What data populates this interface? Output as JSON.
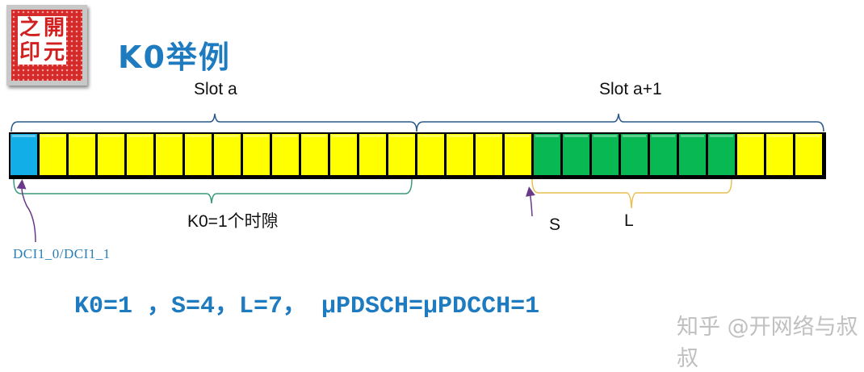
{
  "logo": {
    "chars": [
      "之",
      "開",
      "印",
      "元"
    ]
  },
  "title": "K0举例",
  "slots": [
    {
      "label": "Slot a"
    },
    {
      "label": "Slot a+1"
    }
  ],
  "symbols_per_slot": 14,
  "dci_symbol": {
    "slot": 0,
    "index": 0
  },
  "pdsch": {
    "slot": 1,
    "start": 4,
    "length": 7
  },
  "k0_label": "K0=1个时隙",
  "s_label": "S",
  "l_label": "L",
  "dci_label": "DCI1_0/DCI1_1",
  "formula": "K0=1 ，S=4，L=7， μPDSCH=μPDCCH=1",
  "watermark": "知乎 @开网络与叔叔",
  "colors": {
    "dci": "#12aee8",
    "pdsch": "#07b853",
    "symbol": "#ffff00",
    "brace_slot": "#2a5a8a",
    "brace_k0": "#3a9a7a",
    "brace_l": "#e8c050",
    "arrow": "#6a3a8a",
    "title": "#1f7bc0"
  }
}
